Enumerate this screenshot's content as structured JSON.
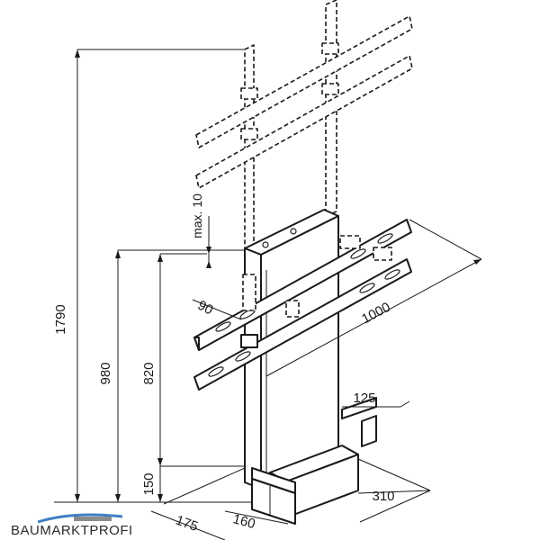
{
  "dimensions": {
    "total_height": "1790",
    "mount_height": "980",
    "bar_height": "820",
    "base_height": "150",
    "max_adjust": "max. 10",
    "bar_width": "1000",
    "bar_spacing": "90",
    "rail_offset": "125",
    "foot_depth": "310",
    "front_offset": "175",
    "front_width": "160"
  },
  "brand": {
    "name": "BAUMARKTPROFI",
    "accent_color": "#3f7fc4"
  }
}
